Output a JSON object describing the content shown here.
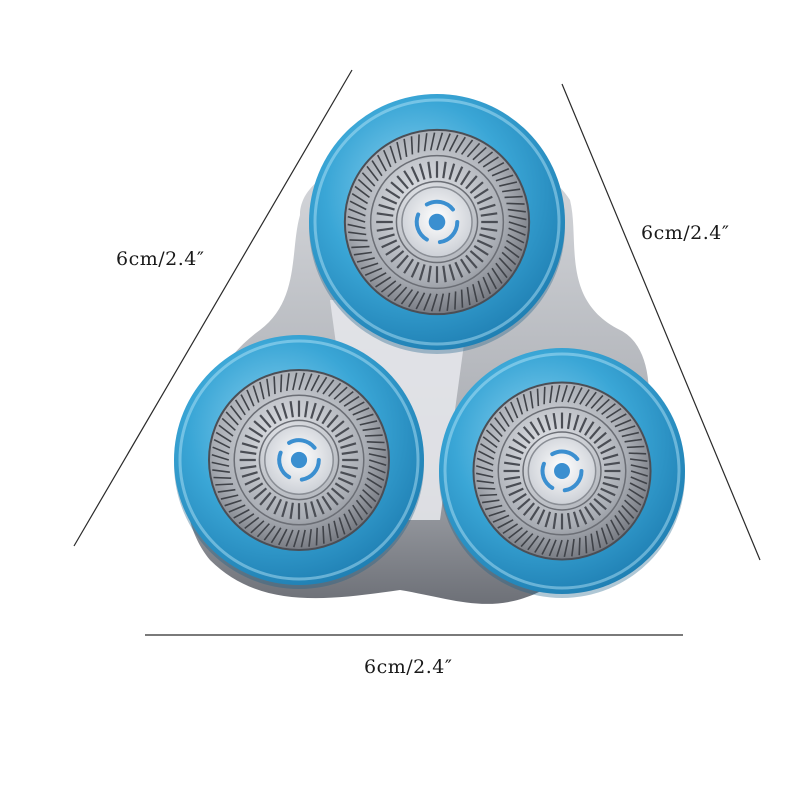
{
  "dimensions": {
    "left_side": "6cm/2.4″",
    "right_side": "6cm/2.4″",
    "bottom_side": "6cm/2.4″"
  },
  "colors": {
    "ring_blue": "#3aa6d6",
    "ring_blue_dark": "#1f7fb3",
    "ring_blue_light": "#8fd3f0",
    "metal": "#b9bcc2",
    "metal_dark": "#5d6068",
    "base": "#c8cacf",
    "center_blue": "#3b8fd0"
  },
  "icons": {
    "head": "shaver-head-icon",
    "hub": "rotary-blade-hub-icon"
  }
}
